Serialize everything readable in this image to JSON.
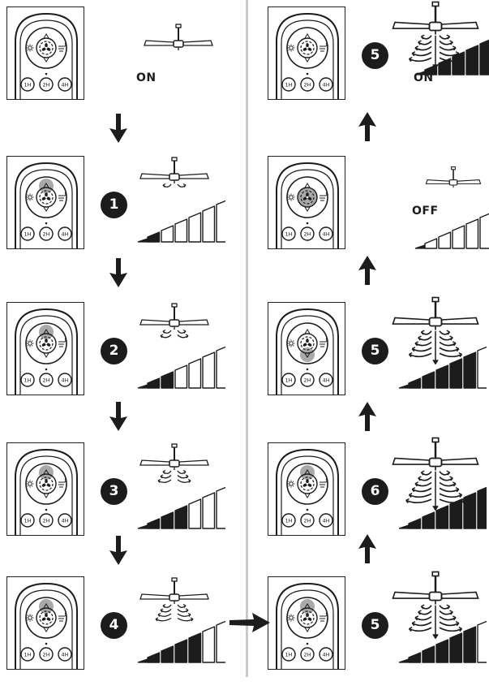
{
  "status_labels": {
    "on": "ON",
    "off": "OFF"
  },
  "timer_buttons": [
    "1H",
    "2H",
    "4H"
  ],
  "colors": {
    "ink": "#1c1c1c",
    "highlight": "#a9a9a9",
    "divider": "#c9c9c9"
  },
  "left_column": [
    {
      "step": "on",
      "badge": "",
      "status_key": "on",
      "highlight": "none",
      "speed_level": 0,
      "airflow": 0
    },
    {
      "step": "speed-1",
      "badge": "1",
      "status_key": "",
      "highlight": "up",
      "speed_level": 1,
      "airflow": 1
    },
    {
      "step": "speed-2",
      "badge": "2",
      "status_key": "",
      "highlight": "up",
      "speed_level": 2,
      "airflow": 2
    },
    {
      "step": "speed-3",
      "badge": "3",
      "status_key": "",
      "highlight": "up",
      "speed_level": 3,
      "airflow": 3
    },
    {
      "step": "speed-4",
      "badge": "4",
      "status_key": "",
      "highlight": "up",
      "speed_level": 4,
      "airflow": 4
    }
  ],
  "right_column": [
    {
      "step": "speed-5-on",
      "badge": "5",
      "status_key": "on",
      "highlight": "none",
      "speed_level": 5,
      "airflow": 5
    },
    {
      "step": "off",
      "badge": "",
      "status_key": "off",
      "highlight": "fan",
      "speed_level": 0,
      "airflow": 0
    },
    {
      "step": "speed-5-down",
      "badge": "5",
      "status_key": "",
      "highlight": "down",
      "speed_level": 5,
      "airflow": 5
    },
    {
      "step": "speed-6",
      "badge": "6",
      "status_key": "",
      "highlight": "up",
      "speed_level": 6,
      "airflow": 6
    },
    {
      "step": "speed-5",
      "badge": "5",
      "status_key": "",
      "highlight": "up",
      "speed_level": 5,
      "airflow": 5
    }
  ]
}
